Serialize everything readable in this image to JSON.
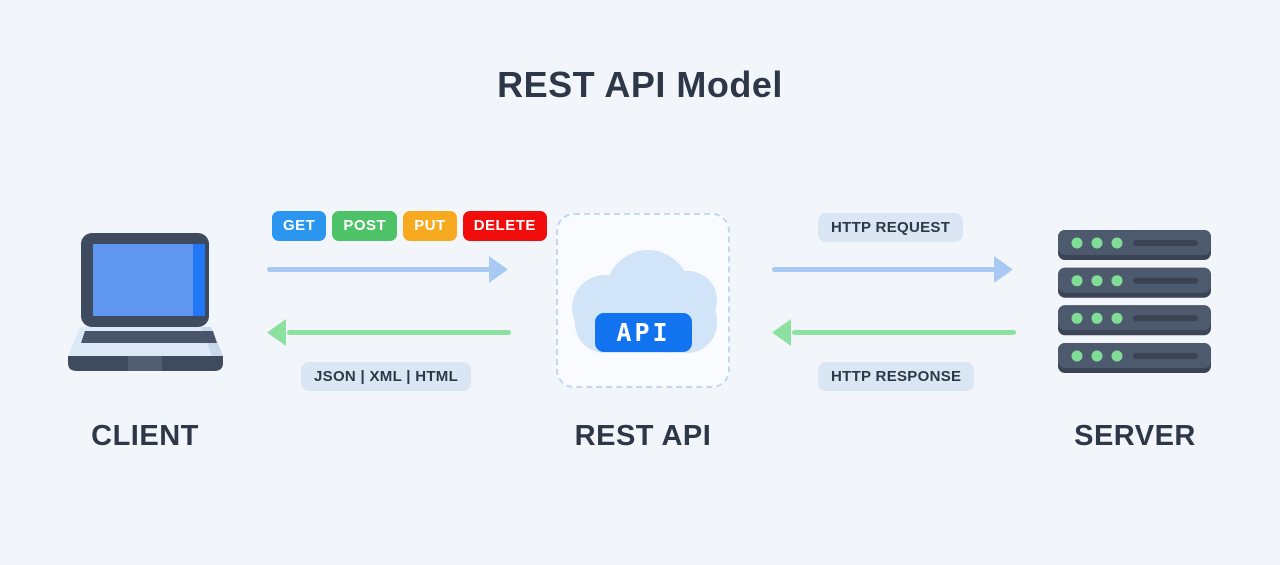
{
  "title": "REST API Model",
  "palette": {
    "background": "#f2f6fa",
    "text_dark": "#2d3748",
    "pill_bg": "#dbe6f5",
    "arrow_blue": "#a8c9f4",
    "arrow_green": "#8de1a0",
    "box_border": "#c3d7f2",
    "box_bg": "#f9fbff",
    "cloud_blue": "#d2e4f8",
    "api_badge_bg": "#1273f0",
    "laptop_frame": "#3e4a5e",
    "laptop_screen": "#5f97f0",
    "laptop_screen_strip": "#2277f5",
    "laptop_base": "#dde9f7",
    "laptop_base_shade": "#c7d7ec",
    "laptop_keyboard": "#49556a",
    "laptop_notch": "#525f72",
    "server_body": "#4d596d",
    "server_lip": "#3a4454",
    "server_dot": "#80dd96"
  },
  "client": {
    "label": "CLIENT",
    "icon": "laptop-icon"
  },
  "rest_api": {
    "label": "REST API",
    "badge": "API",
    "icon": "cloud-icon"
  },
  "server": {
    "label": "SERVER",
    "icon": "server-rack-icon",
    "rack_units": 4
  },
  "client_to_api": {
    "methods": [
      {
        "label": "GET",
        "color": "#2b96f0"
      },
      {
        "label": "POST",
        "color": "#4dc266"
      },
      {
        "label": "PUT",
        "color": "#f7a920"
      },
      {
        "label": "DELETE",
        "color": "#f20d0d"
      }
    ],
    "response_formats": "JSON | XML | HTML"
  },
  "api_to_server": {
    "request_label": "HTTP REQUEST",
    "response_label": "HTTP RESPONSE"
  }
}
